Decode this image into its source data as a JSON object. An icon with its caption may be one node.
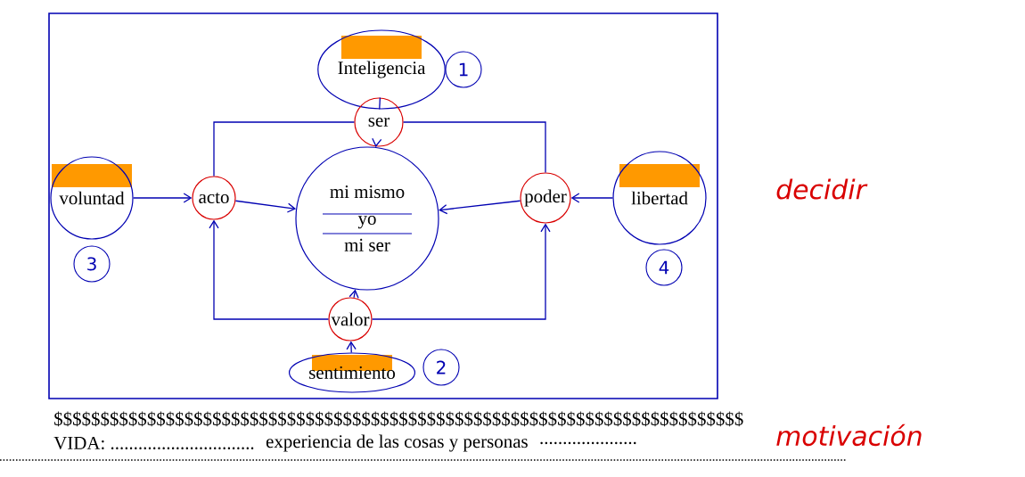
{
  "diagram": {
    "nodes": [
      {
        "text": [
          "Inteligencia"
        ],
        "beside": [
          "1"
        ]
      },
      {
        "text": [
          "ser"
        ]
      },
      {
        "text": [
          "voluntad"
        ],
        "beside": [
          "3"
        ]
      },
      {
        "text": [
          "acto"
        ]
      },
      {
        "text": [
          "mi mismo",
          "yo",
          "mi ser"
        ]
      },
      {
        "text": [
          "poder"
        ]
      },
      {
        "text": [
          "libertad"
        ],
        "beside": [
          "4"
        ]
      },
      {
        "text": [
          "valor"
        ]
      },
      {
        "text": [
          "sentimiento"
        ],
        "beside": [
          "2"
        ]
      }
    ],
    "edges": [
      {
        "from": 0,
        "to": 1,
        "arrow": "none"
      },
      {
        "from": 1,
        "to": 4,
        "arrow": "to"
      },
      {
        "from": 2,
        "to": 3,
        "arrow": "to"
      },
      {
        "from": 3,
        "to": 4,
        "arrow": "to"
      },
      {
        "from": 6,
        "to": 5,
        "arrow": "to"
      },
      {
        "from": 5,
        "to": 4,
        "arrow": "to"
      },
      {
        "from": 8,
        "to": 7,
        "arrow": "to"
      },
      {
        "from": 7,
        "to": 4,
        "arrow": "to"
      },
      {
        "from": 1,
        "to": 3,
        "arrow": "none"
      },
      {
        "from": 1,
        "to": 5,
        "arrow": "none"
      },
      {
        "from": 7,
        "to": 3,
        "arrow": "to"
      },
      {
        "from": 7,
        "to": 5,
        "arrow": "to"
      }
    ],
    "labels": [
      "decidir",
      "$$$$$$$$$$$$$$$$$$$$$$$$$$$$$$$$$$$$$$$$$$$$$$$$$$$$$$$$$$$$$$$$$$$$$$$$$$",
      "VIDA: ...............................",
      "experiencia de las cosas y personas",
      ".....................",
      "motivación"
    ]
  }
}
